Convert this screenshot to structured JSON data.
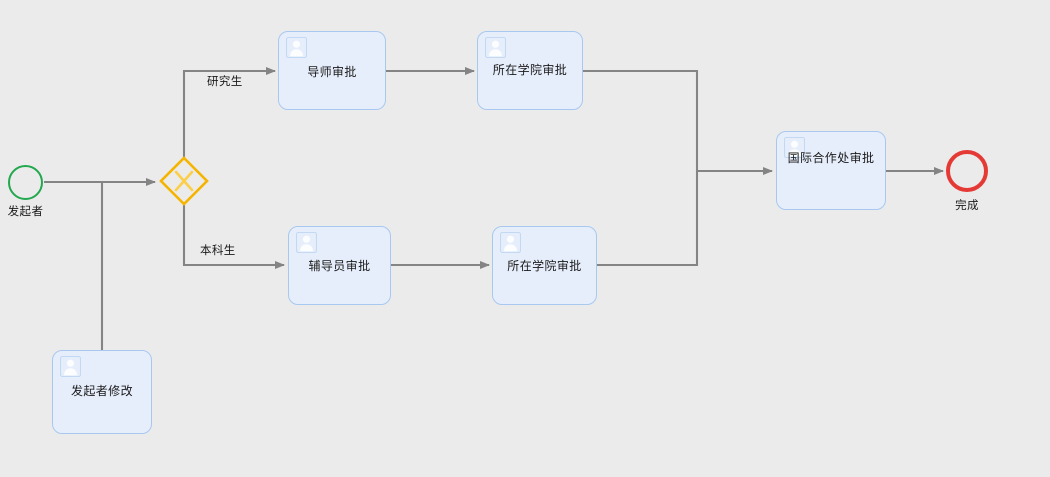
{
  "diagram": {
    "type": "bpmn-workflow",
    "background_color": "#ebebeb",
    "edge_color": "#848484",
    "task_fill": "#e7eefb",
    "task_stroke": "#a8c8f0",
    "gateway_color": "#f5b400",
    "start_color": "#22a84f",
    "end_color": "#e53935"
  },
  "events": {
    "start": {
      "label": "发起者",
      "icon": "start-event-circle"
    },
    "end": {
      "label": "完成",
      "icon": "end-event-circle"
    }
  },
  "gateway": {
    "label": "",
    "symbol": "X",
    "type": "exclusive-gateway"
  },
  "tasks": [
    {
      "id": "advisor",
      "label": "导师审批",
      "icon": "user-icon"
    },
    {
      "id": "college_top",
      "label": "所在学院审批",
      "icon": "user-icon"
    },
    {
      "id": "counselor",
      "label": "辅导员审批",
      "icon": "user-icon"
    },
    {
      "id": "college_bottom",
      "label": "所在学院审批",
      "icon": "user-icon"
    },
    {
      "id": "intl_office",
      "label": "国际合作处审批",
      "icon": "user-icon"
    },
    {
      "id": "initiator_edit",
      "label": "发起者修改",
      "icon": "user-icon"
    }
  ],
  "edge_labels": {
    "graduate": "研究生",
    "undergraduate": "本科生"
  }
}
